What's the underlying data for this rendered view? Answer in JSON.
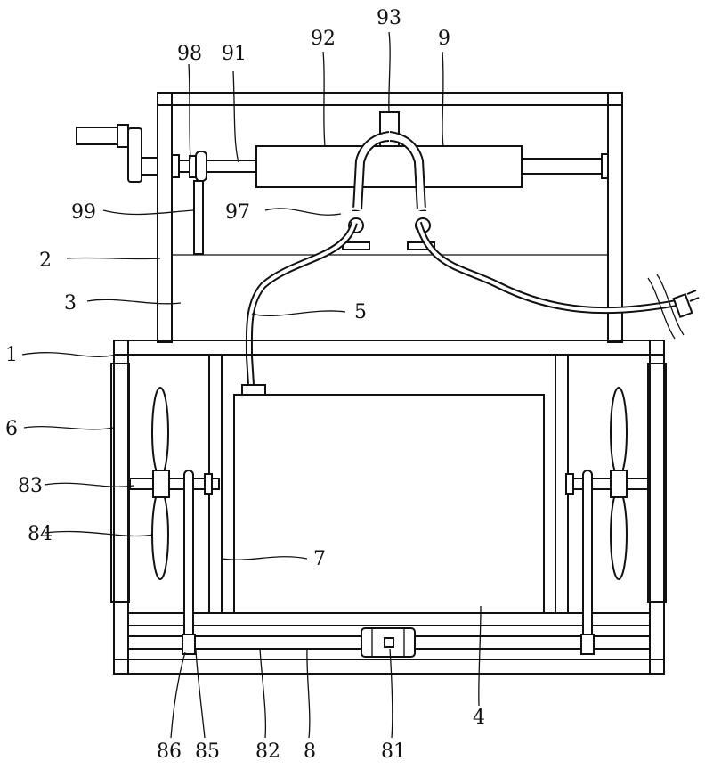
{
  "labels": {
    "l93": "93",
    "l92": "92",
    "l9": "9",
    "l98": "98",
    "l91": "91",
    "l99": "99",
    "l97": "97",
    "l2": "2",
    "l3": "3",
    "l5": "5",
    "l1": "1",
    "l6": "6",
    "l83": "83",
    "l84": "84",
    "l7": "7",
    "l4": "4",
    "l86": "86",
    "l85": "85",
    "l82": "82",
    "l8": "8",
    "l81": "81"
  },
  "colors": {
    "line": "#111111",
    "background": "#ffffff"
  }
}
